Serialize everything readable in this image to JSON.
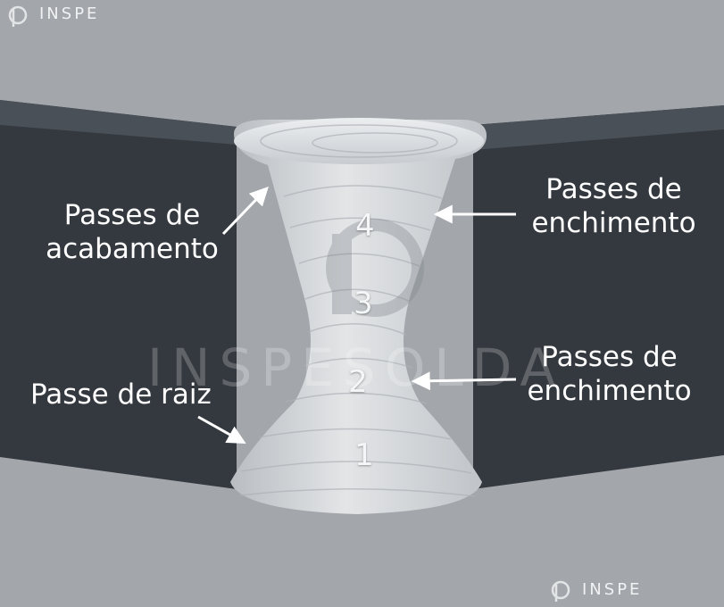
{
  "labels": {
    "finishing": [
      "Passes de",
      "acabamento"
    ],
    "filling_upper": [
      "Passes de",
      "enchimento"
    ],
    "root": "Passe de raiz",
    "filling_lower": [
      "Passes de",
      "enchimento"
    ]
  },
  "pass_numbers": [
    "1",
    "2",
    "3",
    "4"
  ],
  "watermark": {
    "corner_text": "INSPE",
    "center_text": "INSPESOLDA"
  },
  "colors": {
    "background": "#a3a7ac",
    "plate": "#34393f",
    "weld": "#d5d8db",
    "text": "#ffffff"
  }
}
